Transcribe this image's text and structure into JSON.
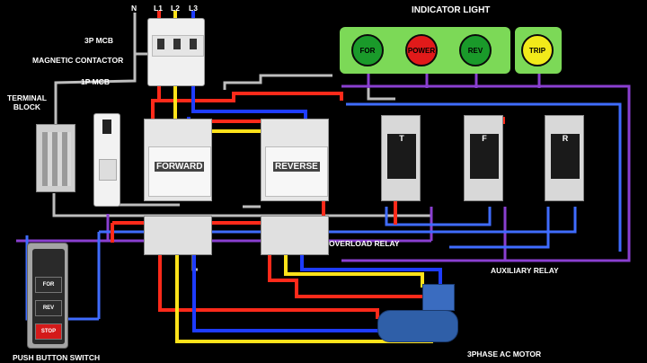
{
  "title": "INDICATOR LIGHT",
  "labels": {
    "neutral": "N",
    "l1": "L1",
    "l2": "L2",
    "l3": "L3",
    "mcb3p": "3P MCB",
    "contactor": "MAGNETIC CONTACTOR",
    "mcb1p": "1P MCB",
    "terminal_block": "TERMINAL\nBLOCK",
    "forward": "FORWARD",
    "reverse": "REVERSE",
    "overload": "OVERLOAD RELAY",
    "aux": "AUXILIARY RELAY",
    "push": "PUSH BUTTON SWITCH",
    "motor": "3PHASE AC MOTOR"
  },
  "lamps": [
    {
      "label": "FOR",
      "color": "#1a9a2a"
    },
    {
      "label": "POWER",
      "color": "#e11a1a"
    },
    {
      "label": "REV",
      "color": "#1a9a2a"
    },
    {
      "label": "TRIP",
      "color": "#f2ea1a"
    }
  ],
  "relays": [
    "T",
    "F",
    "R"
  ],
  "buttons": [
    "FOR",
    "REV",
    "STOP"
  ],
  "colors": {
    "phase1": "#ff2a1a",
    "phase2": "#ffe21a",
    "phase3": "#1e3cff",
    "neutral": "#bdbdbd",
    "control": "#3f6cff",
    "aux": "#8a3fd0",
    "lamp_panel": "#7cd957"
  }
}
